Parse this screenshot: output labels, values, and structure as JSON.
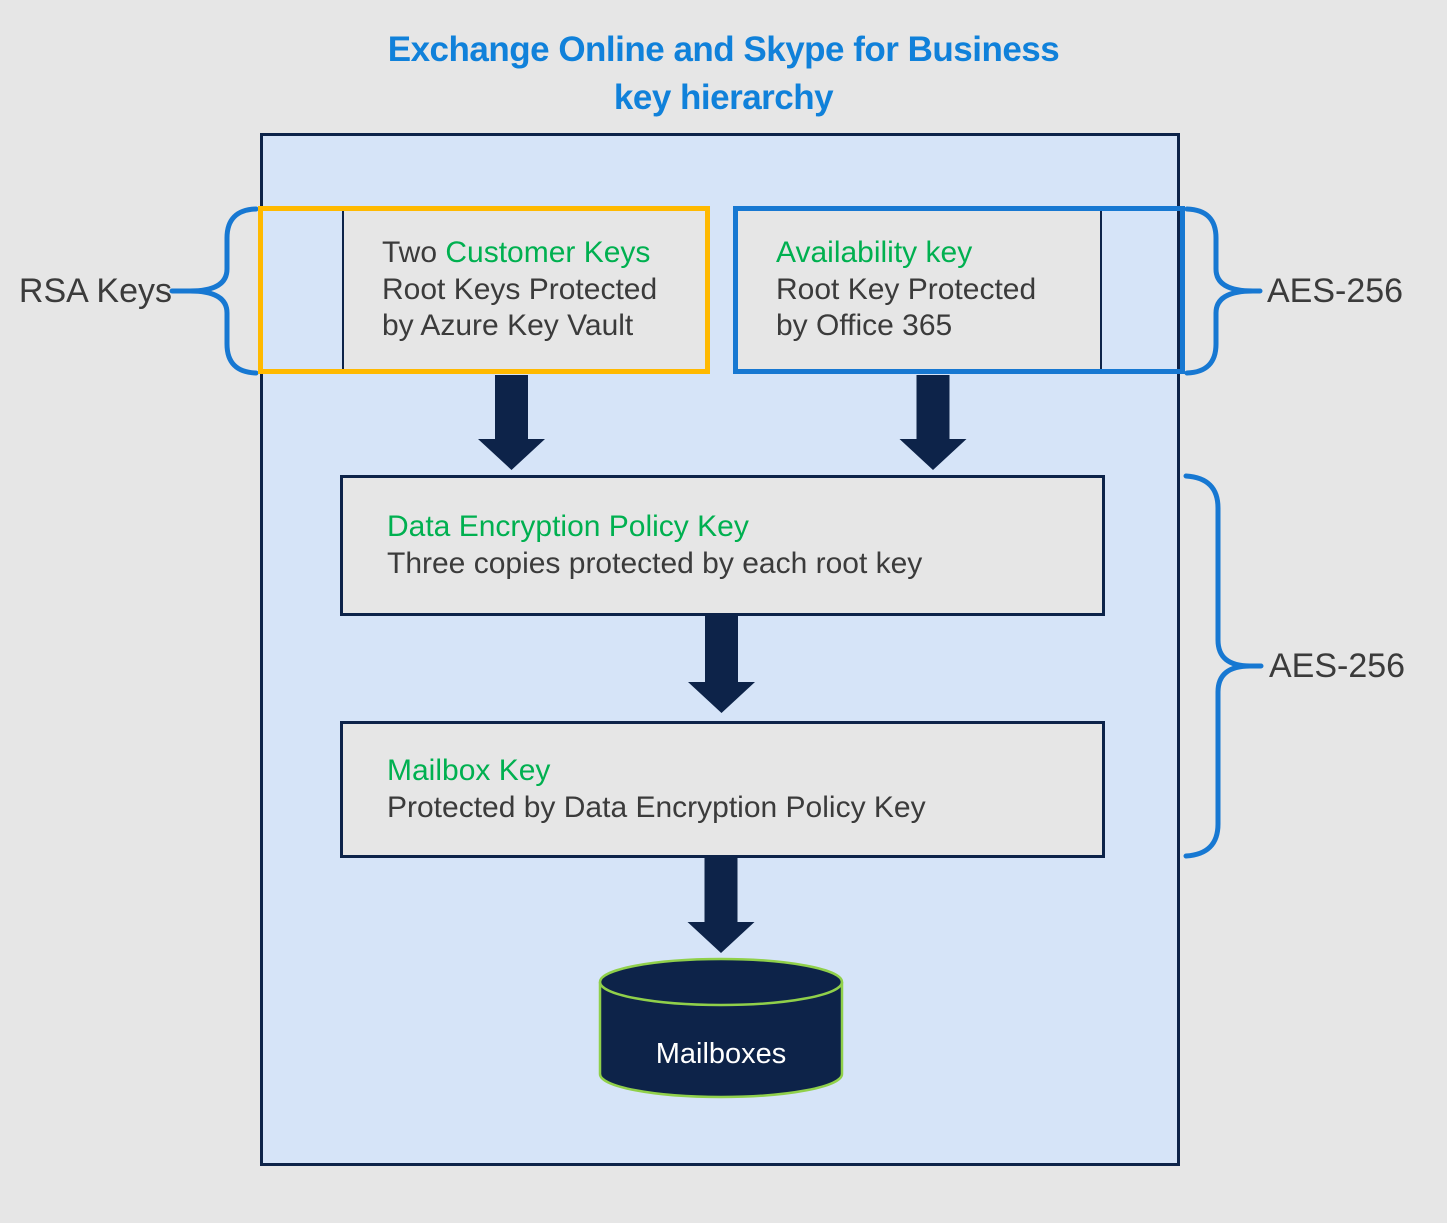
{
  "title": {
    "line1": "Exchange Online and Skype for Business",
    "line2": "key hierarchy"
  },
  "side_labels": {
    "rsa": "RSA Keys",
    "aes_top": "AES-256",
    "aes_middle": "AES-256"
  },
  "boxes": {
    "customer_keys": {
      "heading_prefix": "Two ",
      "heading_green": "Customer Keys",
      "line2": "Root Keys Protected",
      "line3": "by Azure Key Vault"
    },
    "availability_key": {
      "heading_green": "Availability key",
      "line2": "Root Key Protected",
      "line3": "by Office 365"
    },
    "data_encryption_policy_key": {
      "heading_green": "Data Encryption Policy Key",
      "line2": "Three copies protected by each root key"
    },
    "mailbox_key": {
      "heading_green": "Mailbox Key",
      "line2": "Protected by Data Encryption Policy Key"
    },
    "mailboxes": {
      "label": "Mailboxes"
    }
  },
  "colors": {
    "title_blue": "#1081DA",
    "bracket_blue": "#1778D2",
    "frame_orange": "#FFB900",
    "navy": "#0D2349",
    "container_blue": "#D6E4F8",
    "panel_gray": "#E6E6E6",
    "page_gray": "#E6E6E6",
    "text_dark": "#3B3B3B",
    "text_green": "#00B050",
    "cyl_green": "#90D04A",
    "text_white": "#FFFFFF"
  }
}
